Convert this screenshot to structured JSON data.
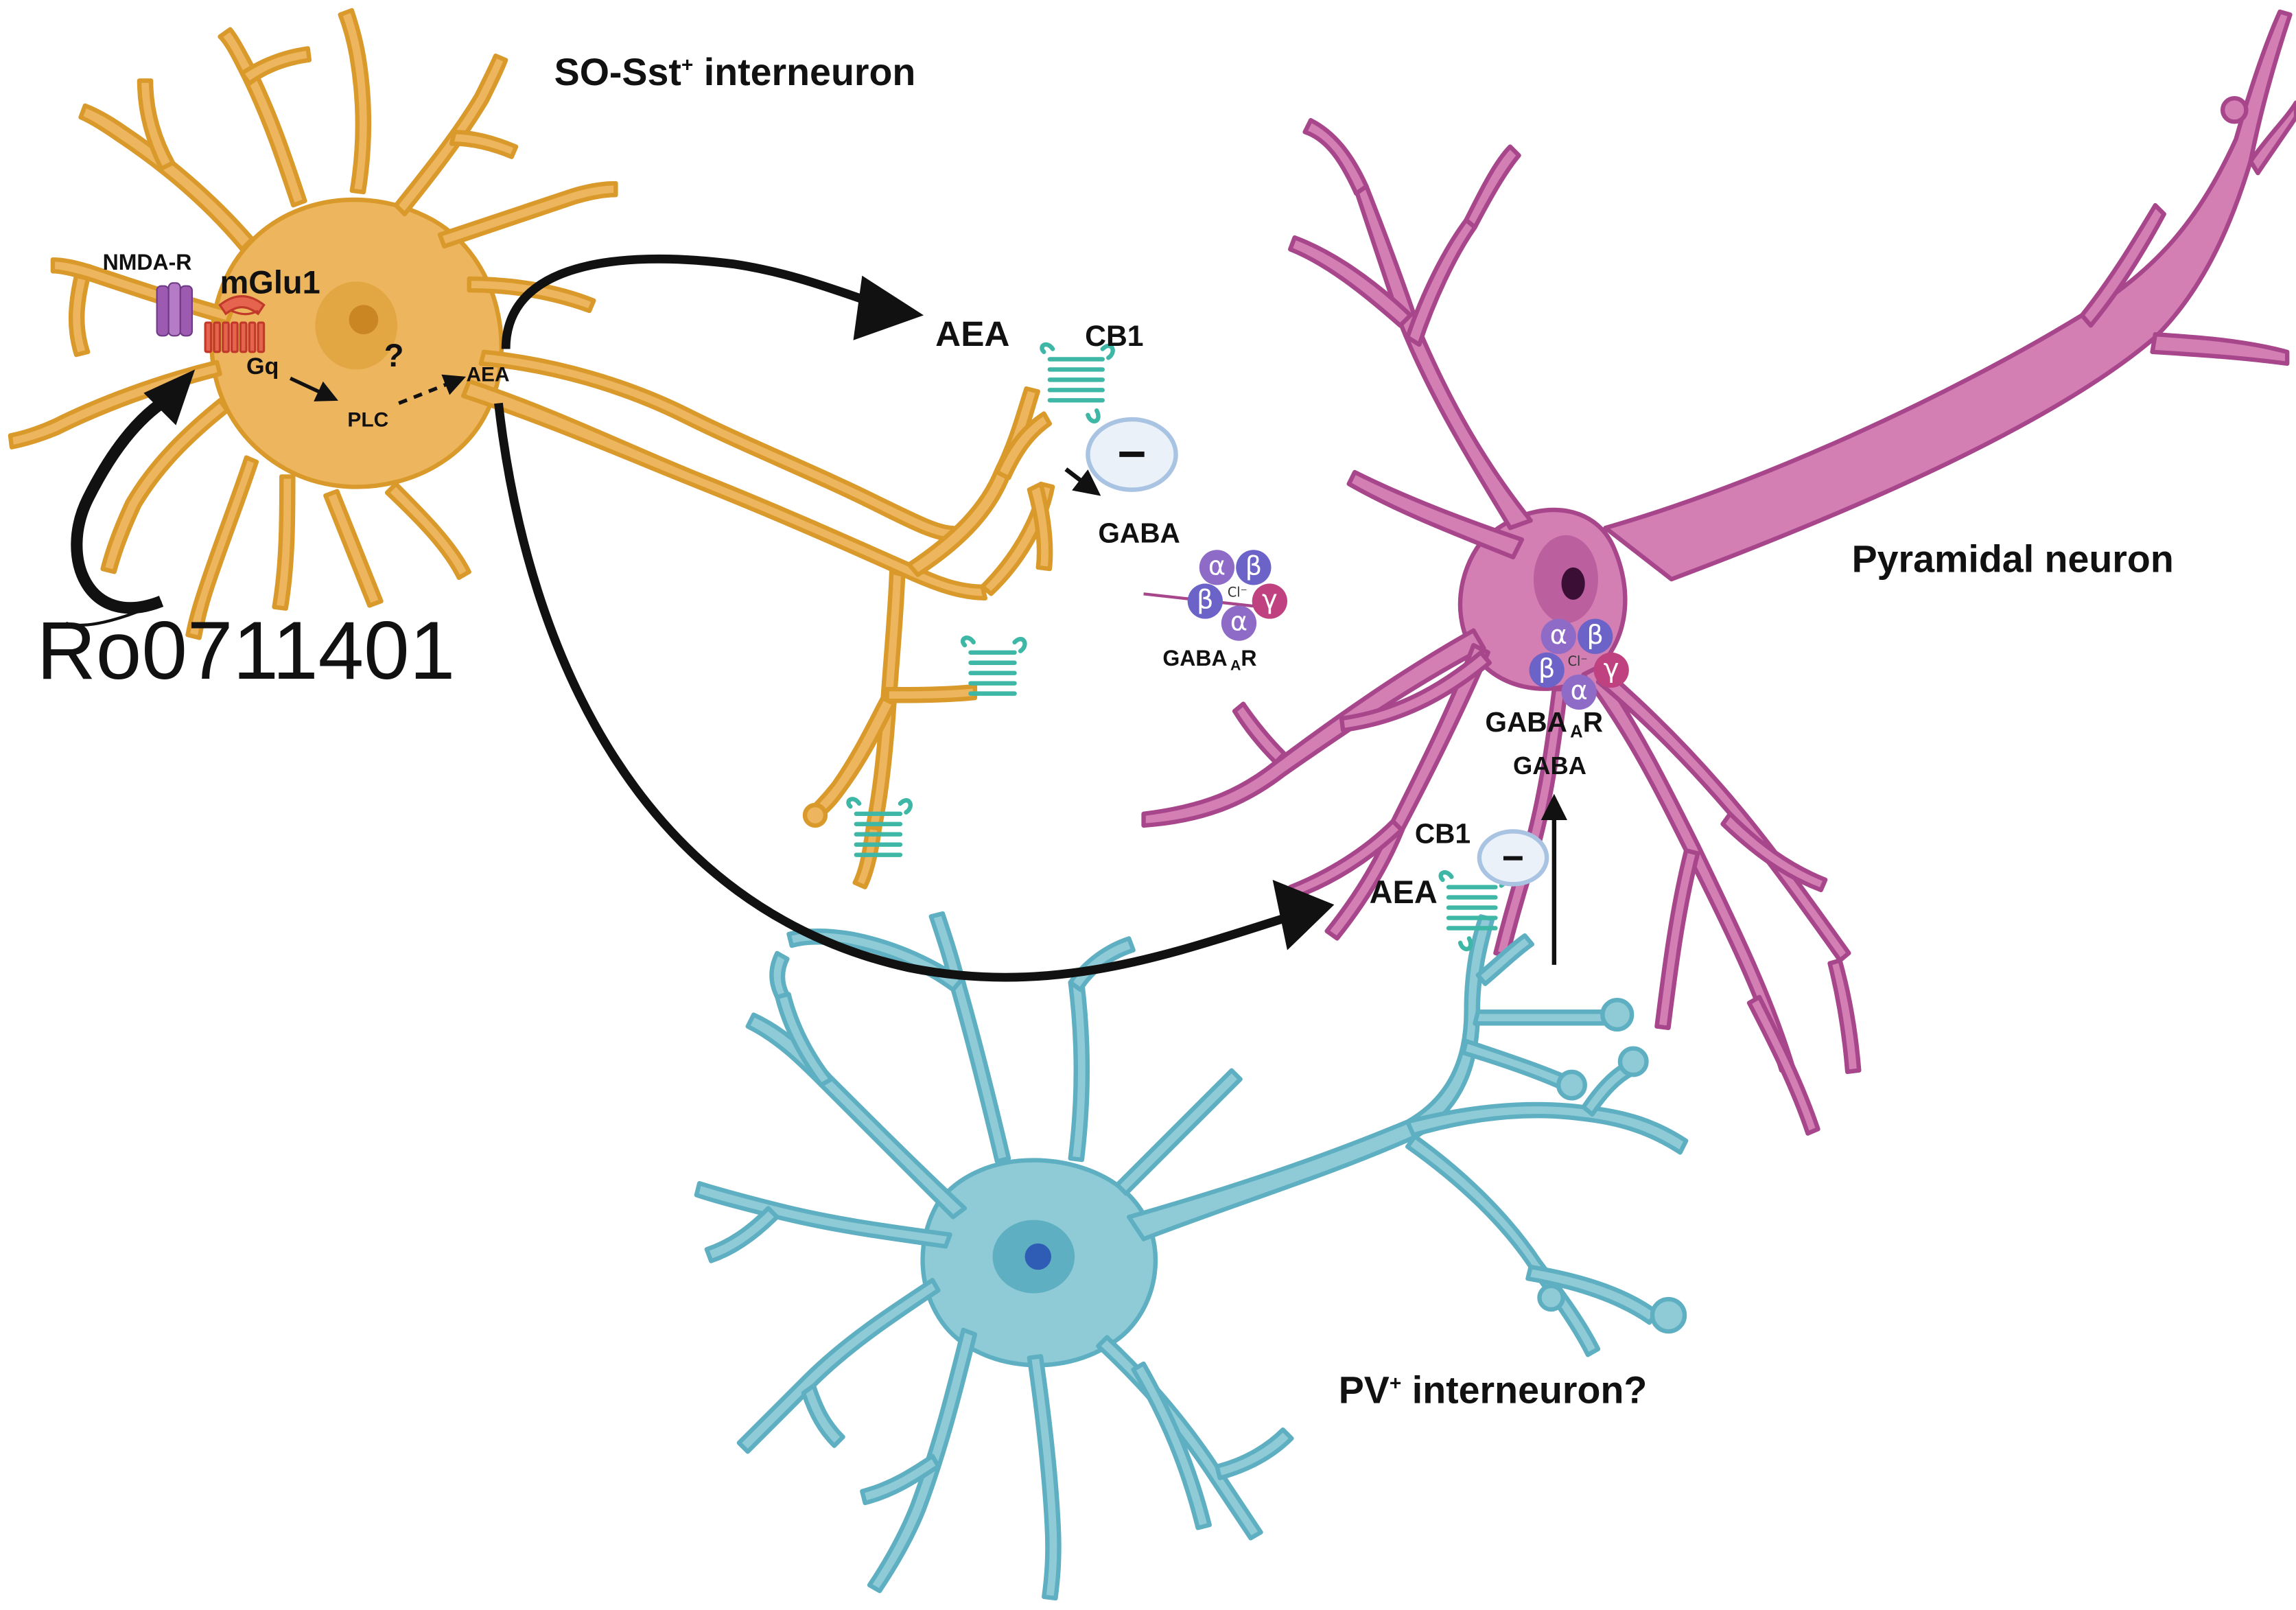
{
  "labels": {
    "sst_title": "SO-Sst",
    "sst_title_sup": "+",
    "sst_title_rest": " interneuron",
    "pyramidal_title": "Pyramidal neuron",
    "pv_title": "PV",
    "pv_title_sup": "+",
    "pv_title_rest": " interneuron?",
    "nmda": "NMDA-R",
    "mglu1": "mGlu1",
    "gq": "Gq",
    "plc": "PLC",
    "aea_small": "AEA",
    "question": "?",
    "aea_top": "AEA",
    "cb1_top": "CB1",
    "gaba_top": "GABA",
    "gabaar_top": "GABA",
    "gabaar_top_sub": "A",
    "gabaar_top_r": "R",
    "gabaar_right": "GABA",
    "gabaar_right_sub": "A",
    "gabaar_right_r": "R",
    "gaba_right": "GABA",
    "cb1_bottom": "CB1",
    "aea_bottom": "AEA",
    "drug": "Ro0711401",
    "minus": "−"
  },
  "receptor_subunits": {
    "alpha": "α",
    "beta": "β",
    "gamma": "γ",
    "chloride": "Cl⁻"
  },
  "colors": {
    "sst_neuron": "#EDB55E",
    "sst_outline": "#D99A2B",
    "pyramidal": "#D37FB4",
    "pyramidal_outline": "#A8468C",
    "pv_neuron": "#8FCBD7",
    "pv_outline": "#5EAFC1",
    "cb1": "#3FB7A6",
    "arrow": "#111111"
  }
}
